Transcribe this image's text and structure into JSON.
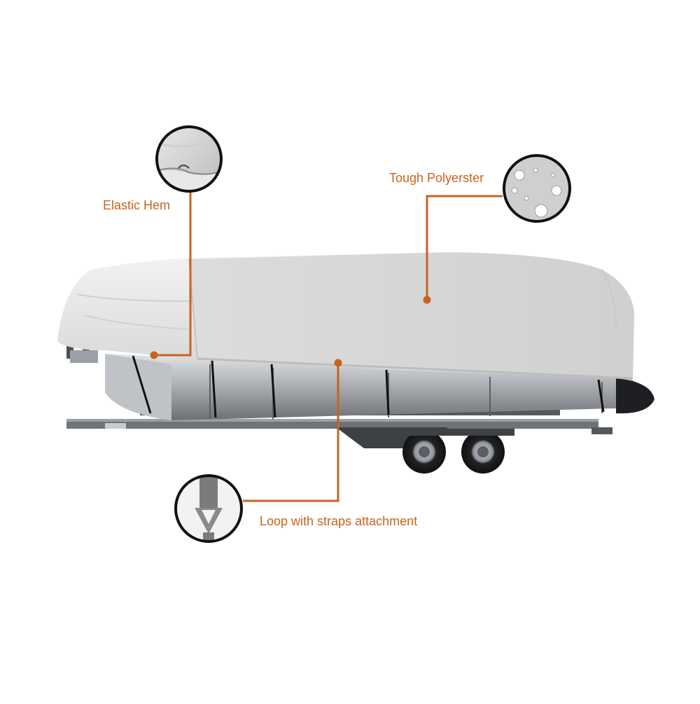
{
  "callouts": {
    "elastic_hem": {
      "label": "Elastic Hem"
    },
    "tough_polyester": {
      "label": "Tough Polyerster"
    },
    "loop_straps": {
      "label": "Loop with straps attachment"
    }
  },
  "colors": {
    "accent": "#c8631f",
    "cover": "#e6e6e6",
    "pontoon": "#b9bcc0",
    "trailer": "#6f7378",
    "background": "#ffffff"
  },
  "icons": [
    "elastic-hem-detail-icon",
    "water-droplets-detail-icon",
    "strap-loop-detail-icon"
  ]
}
